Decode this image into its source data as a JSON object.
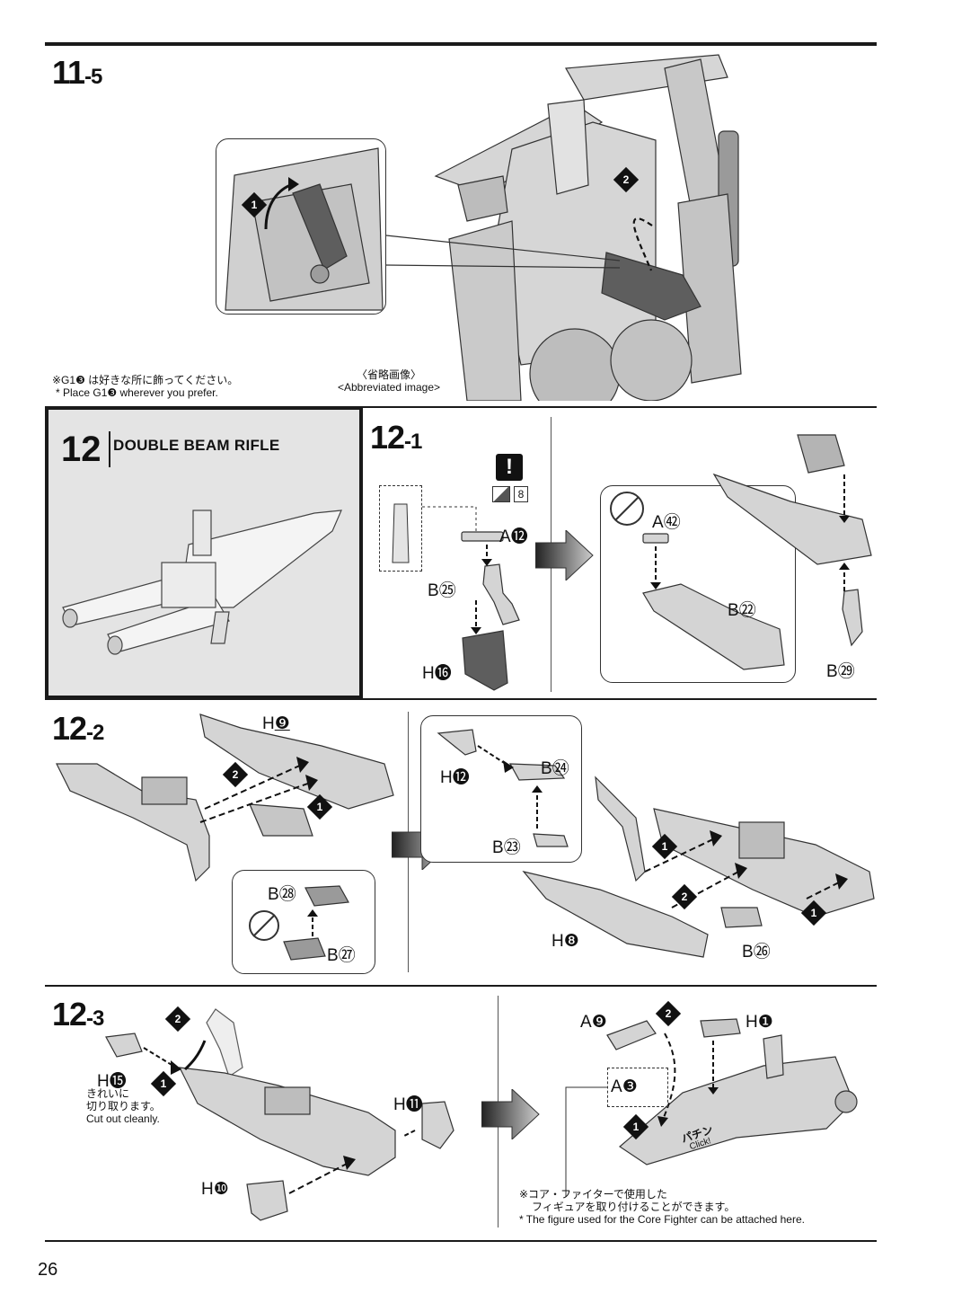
{
  "page": {
    "number": "26",
    "colors": {
      "ink": "#1a1a1a",
      "panel": "#e4e4e4",
      "part_fill": "#cfcfcf",
      "part_dark": "#5e5e5e"
    }
  },
  "step_11_5": {
    "step_main": "11",
    "step_sub": "-5",
    "callout_markers": [
      "1",
      "2"
    ],
    "note_jp": "※G1❸ は好きな所に飾ってください。",
    "note_en": "* Place G1❸ wherever you prefer.",
    "abbrev_jp": "〈省略画像〉",
    "abbrev_en": "<Abbreviated image>"
  },
  "step_12": {
    "number": "12",
    "title": "DOUBLE BEAM RIFLE"
  },
  "step_12_1": {
    "step_main": "12",
    "step_sub": "-1",
    "warning_icon": "exclamation-icon",
    "sticker_ref": "8",
    "parts": {
      "a12": {
        "letter": "A",
        "num": "⓬"
      },
      "b25": {
        "letter": "B",
        "num": "㉕"
      },
      "h16": {
        "letter": "H",
        "num": "⓰"
      },
      "a42": {
        "letter": "A",
        "num": "㊷"
      },
      "b22": {
        "letter": "B",
        "num": "㉒"
      },
      "b29": {
        "letter": "B",
        "num": "㉙"
      }
    }
  },
  "step_12_2": {
    "step_main": "12",
    "step_sub": "-2",
    "markers": [
      "1",
      "2"
    ],
    "parts": {
      "h9": {
        "letter": "H",
        "num": "❾"
      },
      "b28": {
        "letter": "B",
        "num": "㉘"
      },
      "b27": {
        "letter": "B",
        "num": "㉗"
      },
      "h12": {
        "letter": "H",
        "num": "⓬"
      },
      "b24": {
        "letter": "B",
        "num": "㉔"
      },
      "b23": {
        "letter": "B",
        "num": "㉓"
      },
      "h8": {
        "letter": "H",
        "num": "❽"
      },
      "b26": {
        "letter": "B",
        "num": "㉖"
      }
    }
  },
  "step_12_3": {
    "step_main": "12",
    "step_sub": "-3",
    "parts": {
      "h15": {
        "letter": "H",
        "num": "⓯"
      },
      "h11": {
        "letter": "H",
        "num": "⓫"
      },
      "h10": {
        "letter": "H",
        "num": "❿"
      },
      "a9": {
        "letter": "A",
        "num": "❾"
      },
      "h1": {
        "letter": "H",
        "num": "❶"
      },
      "a3": {
        "letter": "A",
        "num": "❸"
      }
    },
    "cut_note_jp_1": "きれいに",
    "cut_note_jp_2": "切り取ります。",
    "cut_note_en": "Cut out cleanly.",
    "click_jp": "パチン",
    "click_en": "Click!",
    "figure_note_jp_1": "※コア・ファイターで使用した",
    "figure_note_jp_2": "フィギュアを取り付けることができます。",
    "figure_note_en": "* The figure used for the Core Fighter can be attached here."
  }
}
